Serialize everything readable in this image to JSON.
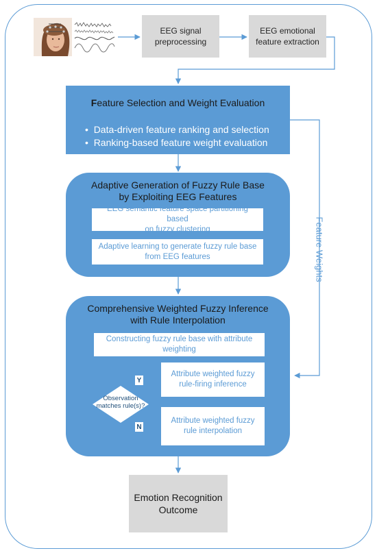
{
  "steps": {
    "preprocess": "EEG signal\npreprocessing",
    "extract": "EEG emotional\nfeature extraction"
  },
  "feature_selection": {
    "title_first": "F",
    "title_rest": "eature Selection and Weight Evaluation",
    "bullets": [
      "Data-driven feature ranking and selection",
      "Ranking-based feature weight evaluation"
    ]
  },
  "adaptive_generation": {
    "title": "Adaptive Generation of Fuzzy Rule Base\nby Exploiting EEG Features",
    "boxes": [
      "EEG semantic feature space partitioning based\non fuzzy clustering",
      "Adaptive learning to generate fuzzy rule base\nfrom EEG features"
    ]
  },
  "inference": {
    "title": "Comprehensive Weighted Fuzzy Inference\nwith Rule Interpolation",
    "construct_box": "Constructing fuzzy rule base with attribute\nweighting",
    "firing_box": "Attribute weighted fuzzy\nrule-firing inference",
    "interp_box": "Attribute weighted fuzzy\nrule interpolation",
    "decision": "Observation\nmatches rule(s)?",
    "yes_label": "Y",
    "no_label": "N"
  },
  "side_label": "Feature Weights",
  "outcome": "Emotion Recognition\nOutcome",
  "colors": {
    "accent_blue": "#5b9bd5",
    "dark_blue": "#1f4e79",
    "gray_box": "#d9d9d9"
  }
}
